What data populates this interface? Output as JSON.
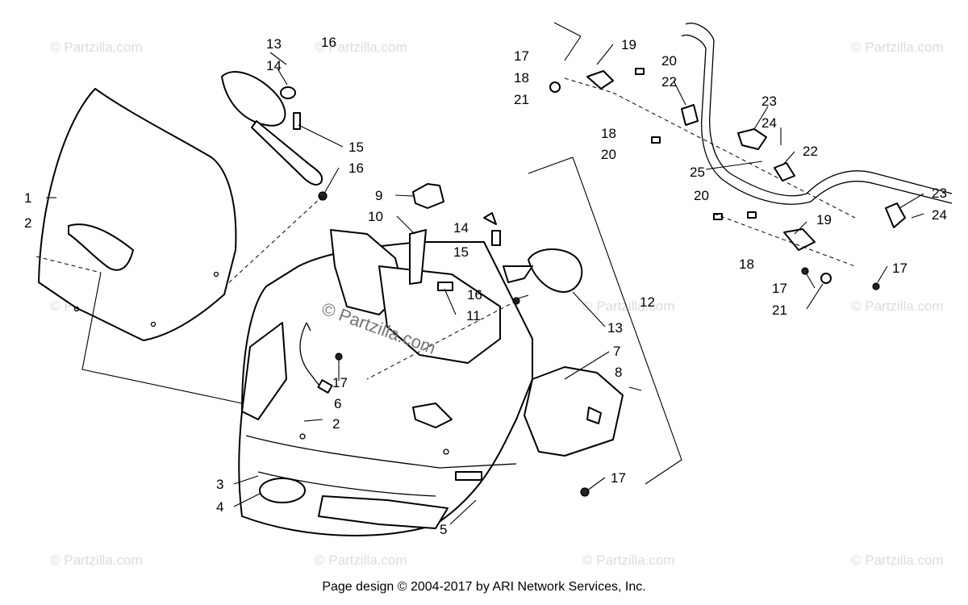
{
  "watermarks": [
    "© Partzilla.com",
    "© Partzilla.com"
  ],
  "footer": "Page design © 2004-2017 by ARI Network Services, Inc.",
  "callouts": {
    "c1": "1",
    "c2a": "2",
    "c2b": "2",
    "c3": "3",
    "c4": "4",
    "c5": "5",
    "c6": "6",
    "c7": "7",
    "c8": "8",
    "c9": "9",
    "c10": "10",
    "c11": "11",
    "c12": "12",
    "c13a": "13",
    "c13b": "13",
    "c14a": "14",
    "c14b": "14",
    "c15a": "15",
    "c15b": "15",
    "c16a": "16",
    "c16b": "16",
    "c16c": "16",
    "c17a": "17",
    "c17b": "17",
    "c17c": "17",
    "c17d": "17",
    "c17e": "17",
    "c18a": "18",
    "c18b": "18",
    "c18c": "18",
    "c19a": "19",
    "c19b": "19",
    "c20a": "20",
    "c20b": "20",
    "c20c": "20",
    "c21a": "21",
    "c21b": "21",
    "c22a": "22",
    "c22b": "22",
    "c23a": "23",
    "c23b": "23",
    "c24a": "24",
    "c24b": "24",
    "c25": "25"
  }
}
